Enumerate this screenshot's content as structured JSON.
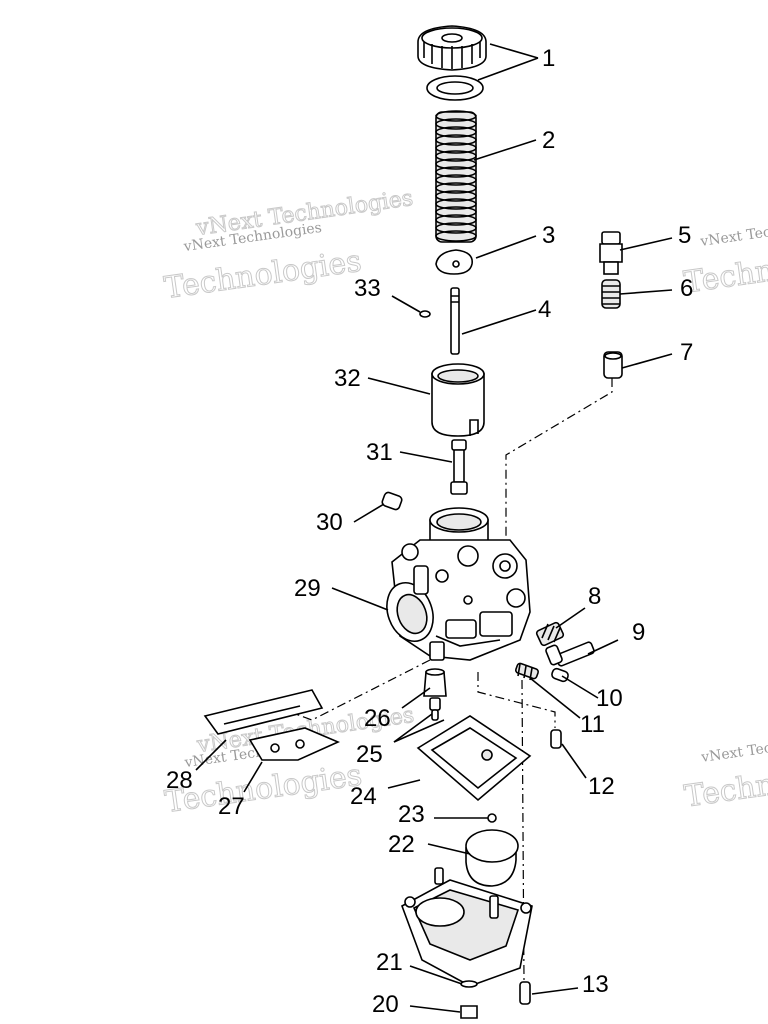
{
  "watermark": {
    "line1": "vNext Technologies",
    "line2": "Technologies",
    "small": "vNext Technologies"
  },
  "callouts": [
    "1",
    "2",
    "3",
    "4",
    "5",
    "6",
    "7",
    "8",
    "9",
    "10",
    "11",
    "12",
    "13",
    "20",
    "21",
    "22",
    "23",
    "24",
    "25",
    "26",
    "27",
    "28",
    "29",
    "30",
    "31",
    "32",
    "33"
  ],
  "colors": {
    "ink": "#000000",
    "watermark": "#c9c9c9",
    "background": "#ffffff"
  }
}
